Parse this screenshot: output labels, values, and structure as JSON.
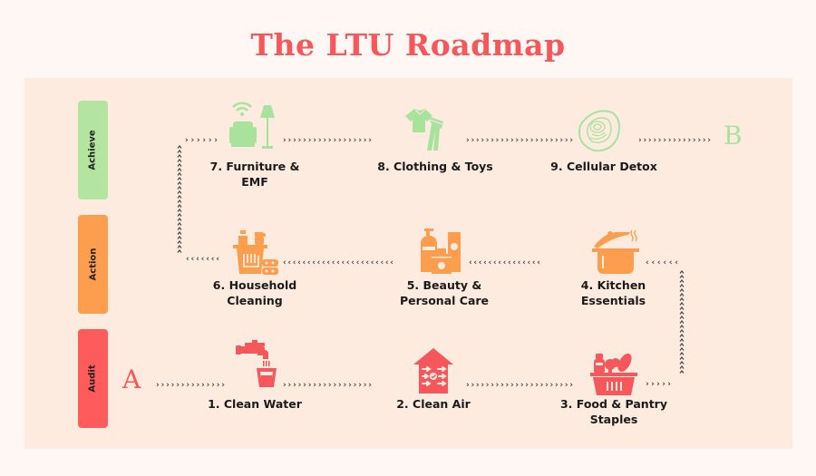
{
  "title": "The LTU Roadmap",
  "stages": [
    {
      "label": "Achieve",
      "color": "#b3e5a0"
    },
    {
      "label": "Action",
      "color": "#fd9e4f"
    },
    {
      "label": "Audit",
      "color": "#fe5c5c"
    }
  ],
  "start_marker": "A",
  "end_marker": "B",
  "steps": [
    {
      "label": "1. Clean Water",
      "icon": "faucet-glass-icon",
      "stage": "Audit"
    },
    {
      "label": "2. Clean Air",
      "icon": "house-airflow-icon",
      "stage": "Audit"
    },
    {
      "label": "3. Food & Pantry Staples",
      "icon": "grocery-basket-icon",
      "stage": "Audit"
    },
    {
      "label": "4. Kitchen Essentials",
      "icon": "cooking-pot-icon",
      "stage": "Action"
    },
    {
      "label": "5. Beauty & Personal Care",
      "icon": "cosmetics-icon",
      "stage": "Action"
    },
    {
      "label": "6. Household Cleaning",
      "icon": "cleaning-supplies-icon",
      "stage": "Action"
    },
    {
      "label": "7. Furniture & EMF",
      "icon": "armchair-wifi-lamp-icon",
      "stage": "Achieve"
    },
    {
      "label": "8. Clothing & Toys",
      "icon": "clothing-icon",
      "stage": "Achieve"
    },
    {
      "label": "9. Cellular Detox",
      "icon": "cell-icon",
      "stage": "Achieve"
    }
  ],
  "colors": {
    "audit": "#f5575a",
    "action": "#fd9e4f",
    "achieve": "#a8e29c",
    "title": "#f5575a"
  }
}
